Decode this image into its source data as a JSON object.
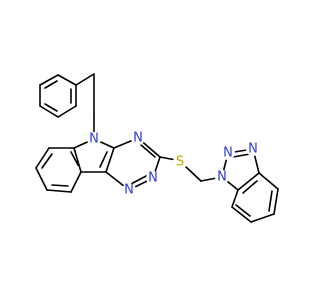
{
  "molecule": {
    "colors": {
      "nitrogen": "#2f3bd6",
      "sulfur": "#c9a400",
      "bond": "#000000",
      "background": "#ffffff"
    },
    "atoms": {
      "n_indole": "N",
      "n_triazine_4": "N",
      "n_triazine_1": "N",
      "n_triazine_2": "N",
      "s_thioether": "S",
      "n_benzotriazole_1": "N",
      "n_benzotriazole_2": "N",
      "n_benzotriazole_3": "N"
    }
  }
}
